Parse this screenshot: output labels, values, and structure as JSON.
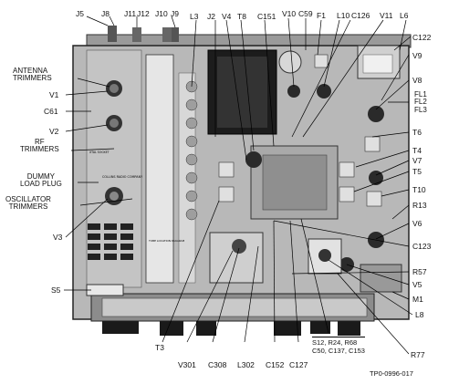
{
  "top_labels": [
    "J5",
    "J8",
    "J11",
    "J12",
    "J10",
    "J9",
    "L3",
    "J2",
    "V4",
    "T8",
    "C151",
    "V10",
    "C59",
    "F1",
    "L10",
    "C126",
    "V11",
    "L6"
  ],
  "left_labels": {
    "antenna": [
      "ANTENNA",
      "TRIMMERS"
    ],
    "v1": "V1",
    "c61": "C61",
    "v2": "V2",
    "rf": [
      "RF",
      "TRIMMERS"
    ],
    "dummy": [
      "DUMMY",
      "LOAD PLUG"
    ],
    "osc": [
      "OSCILLATOR",
      "TRIMMERS"
    ],
    "v3": "V3",
    "s5": "S5"
  },
  "right_labels": [
    "C122",
    "V9",
    "V8",
    "FL1",
    "FL2",
    "FL3",
    "T6",
    "T4",
    "V7",
    "T5",
    "T10",
    "R13",
    "V6",
    "C123",
    "R57",
    "V5",
    "M1",
    "L8",
    "R77"
  ],
  "bottom_labels": [
    "T3",
    "V301",
    "C308",
    "L302",
    "C152",
    "C127"
  ],
  "bottom_group": [
    "S12, R24, R68",
    "C50, C137, C153"
  ],
  "figure_id": "TP0-0996-017",
  "embedded_markings": {
    "collins_plate": "COLLINS RADIO COMPANY",
    "xtal": "XTAL SOCKET",
    "tube_diagram": "TUBE LOCATION DIAGRAM"
  }
}
